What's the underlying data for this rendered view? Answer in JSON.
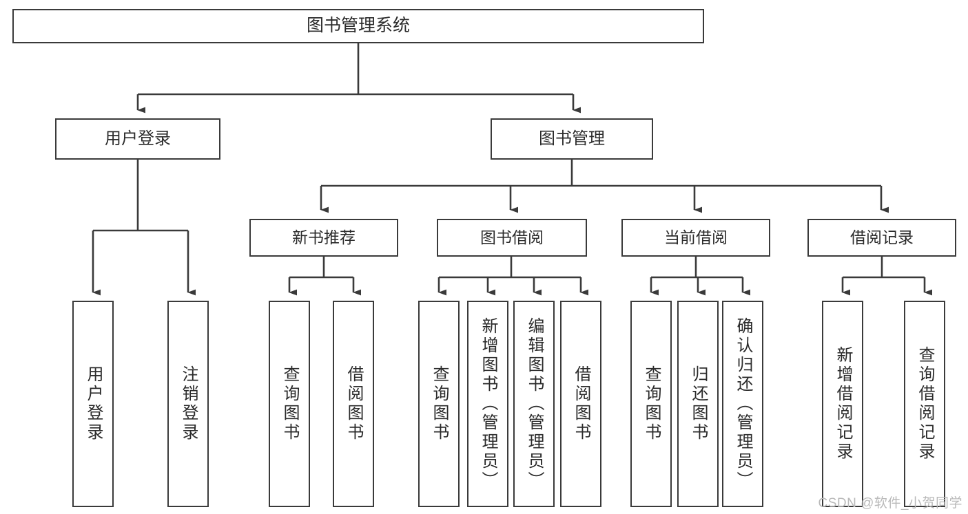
{
  "diagram": {
    "title": "图书管理系统",
    "type": "hierarchy-tree",
    "root": {
      "label": "图书管理系统"
    },
    "level1": [
      {
        "label": "用户登录"
      },
      {
        "label": "图书管理"
      }
    ],
    "level2": [
      {
        "label": "新书推荐"
      },
      {
        "label": "图书借阅"
      },
      {
        "label": "当前借阅"
      },
      {
        "label": "借阅记录"
      }
    ],
    "leaves": {
      "user_login": [
        {
          "label": "用户登录"
        },
        {
          "label": "注销登录"
        }
      ],
      "new_book_recommend": [
        {
          "label": "查询图书"
        },
        {
          "label": "借阅图书"
        }
      ],
      "book_borrow": [
        {
          "label": "查询图书"
        },
        {
          "label": "新增图书（管理员）"
        },
        {
          "label": "编辑图书（管理员）"
        },
        {
          "label": "借阅图书"
        }
      ],
      "current_borrow": [
        {
          "label": "查询图书"
        },
        {
          "label": "归还图书"
        },
        {
          "label": "确认归还（管理员）"
        }
      ],
      "borrow_record": [
        {
          "label": "新增借阅记录"
        },
        {
          "label": "查询借阅记录"
        }
      ]
    }
  },
  "watermark": {
    "text": "CSDN @软件_小贺同学"
  },
  "colors": {
    "stroke": "#3a3a3a",
    "text": "#2b2b2b",
    "background": "#ffffff",
    "watermark": "#b9b9b9"
  }
}
